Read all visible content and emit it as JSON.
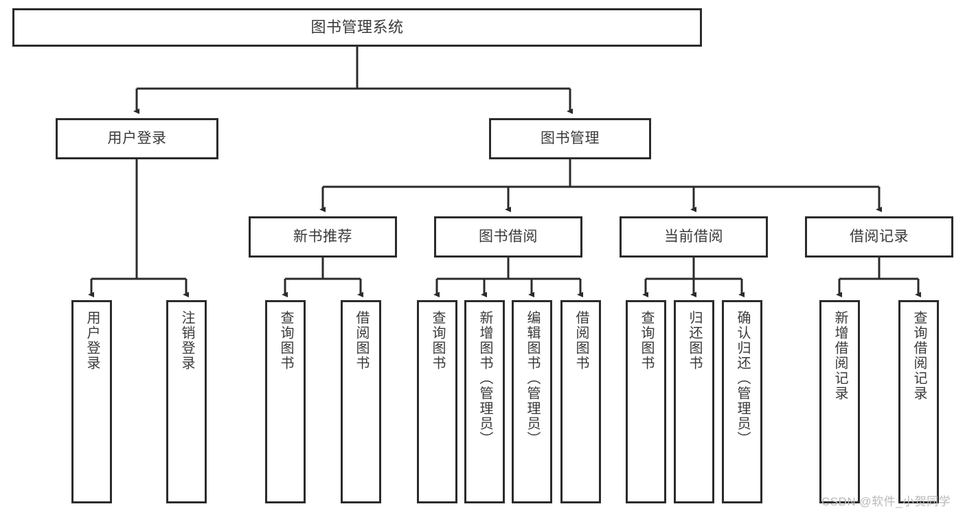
{
  "diagram": {
    "title": "图书管理系统",
    "type": "tree-hierarchy",
    "root": {
      "label": "图书管理系统"
    },
    "level1": [
      {
        "label": "用户登录"
      },
      {
        "label": "图书管理"
      }
    ],
    "level2": [
      {
        "label": "新书推荐",
        "parent": "图书管理"
      },
      {
        "label": "图书借阅",
        "parent": "图书管理"
      },
      {
        "label": "当前借阅",
        "parent": "图书管理"
      },
      {
        "label": "借阅记录",
        "parent": "图书管理"
      }
    ],
    "leaves": {
      "user_login": [
        {
          "label": "用户登录"
        },
        {
          "label": "注销登录"
        }
      ],
      "new_book_recommend": [
        {
          "label": "查询图书"
        },
        {
          "label": "借阅图书"
        }
      ],
      "book_borrow": [
        {
          "label": "查询图书"
        },
        {
          "label": "新增图书（管理员）"
        },
        {
          "label": "编辑图书（管理员）"
        },
        {
          "label": "借阅图书"
        }
      ],
      "current_borrow": [
        {
          "label": "查询图书"
        },
        {
          "label": "归还图书"
        },
        {
          "label": "确认归还（管理员）"
        }
      ],
      "borrow_record": [
        {
          "label": "新增借阅记录"
        },
        {
          "label": "查询借阅记录"
        }
      ]
    }
  },
  "watermark": {
    "text": "CSDN @软件_小贺同学"
  },
  "colors": {
    "stroke": "#2b2b2b",
    "text": "#3a3a3a",
    "background": "#ffffff",
    "watermark": "#b9b9b9"
  }
}
